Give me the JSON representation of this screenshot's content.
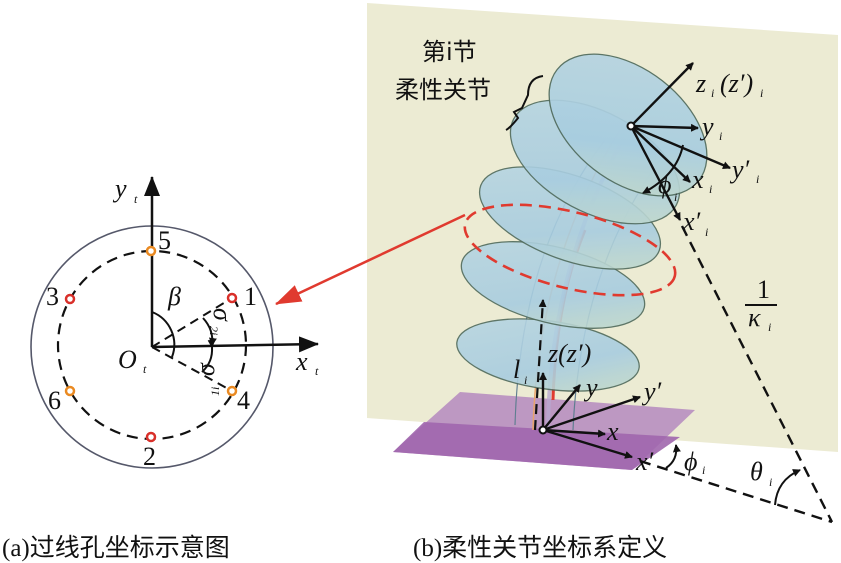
{
  "panel_a": {
    "caption": "(a)过线孔坐标示意图",
    "axis_y": "y",
    "axis_y_sub": "t",
    "axis_x": "x",
    "axis_x_sub": "t",
    "origin": "O",
    "origin_sub": "t",
    "angle_beta": "β",
    "sigma2": "σ",
    "sigma2_sub": "2i",
    "sigma1": "σ",
    "sigma1_sub": "1i",
    "holes": [
      {
        "label": "1",
        "color": "#d9302a"
      },
      {
        "label": "2",
        "color": "#d9302a"
      },
      {
        "label": "3",
        "color": "#d9302a"
      },
      {
        "label": "4",
        "color": "#ea8a22"
      },
      {
        "label": "5",
        "color": "#ea8a22"
      },
      {
        "label": "6",
        "color": "#ea8a22"
      }
    ]
  },
  "panel_b": {
    "caption": "(b)柔性关节坐标系定义",
    "joint_label_line1": "第i节",
    "joint_label_line2": "柔性关节",
    "top_frame": {
      "z": "z",
      "z_sub": "i",
      "z_paren": "(z′)",
      "z_paren_sub": "i",
      "y": "y",
      "y_sub": "i",
      "y_prime": "y′",
      "y_prime_sub": "i",
      "x": "x",
      "x_sub": "i",
      "x_prime": "x′",
      "x_prime_sub": "i",
      "phi": "ϕ",
      "phi_sub": "i"
    },
    "base_frame": {
      "z": "z(z′)",
      "y": "y",
      "y_prime": "y′",
      "x": "x",
      "x_prime": "x′",
      "l": "l",
      "l_sub": "i",
      "phi": "ϕ",
      "phi_sub": "i"
    },
    "curvature_num": "1",
    "curvature_den": "κ",
    "curvature_den_sub": "i",
    "theta": "θ",
    "theta_sub": "i",
    "colors": {
      "plane": "#ecebd3",
      "disc": "#a9cfe0",
      "base": "#a66bb0",
      "highlight": "#e03a2f"
    }
  }
}
